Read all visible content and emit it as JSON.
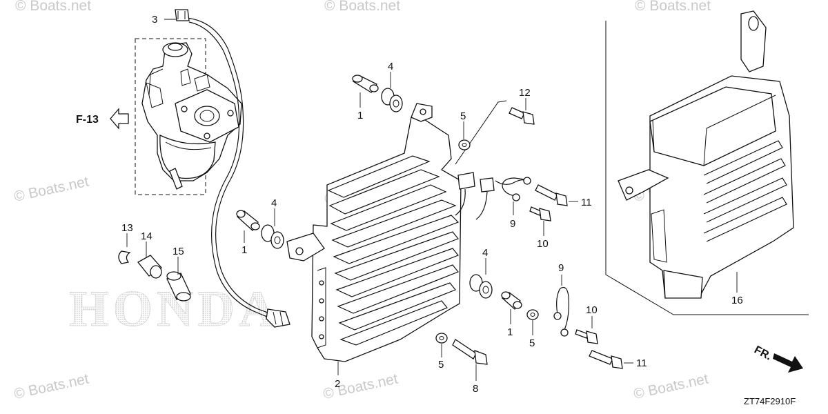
{
  "diagram_code": "ZT74F2910F",
  "reference": {
    "label": "F-13"
  },
  "front_marker": {
    "label": "FR."
  },
  "watermarks": [
    "© Boats.net",
    "© Boats.net",
    "© Boats.net",
    "© Boats.net",
    "© Boats.net",
    "© Boats.net",
    "© Boats.net",
    "© Boats.net",
    "© Boats.net"
  ],
  "background_logo": "HONDA",
  "callouts": [
    "3",
    "4",
    "1",
    "12",
    "5",
    "13",
    "14",
    "15",
    "4",
    "1",
    "11",
    "9",
    "10",
    "4",
    "9",
    "1",
    "5",
    "10",
    "5",
    "8",
    "11",
    "2",
    "16"
  ],
  "colors": {
    "line": "#111111",
    "watermark": "#c9c9c9",
    "background": "#ffffff"
  }
}
